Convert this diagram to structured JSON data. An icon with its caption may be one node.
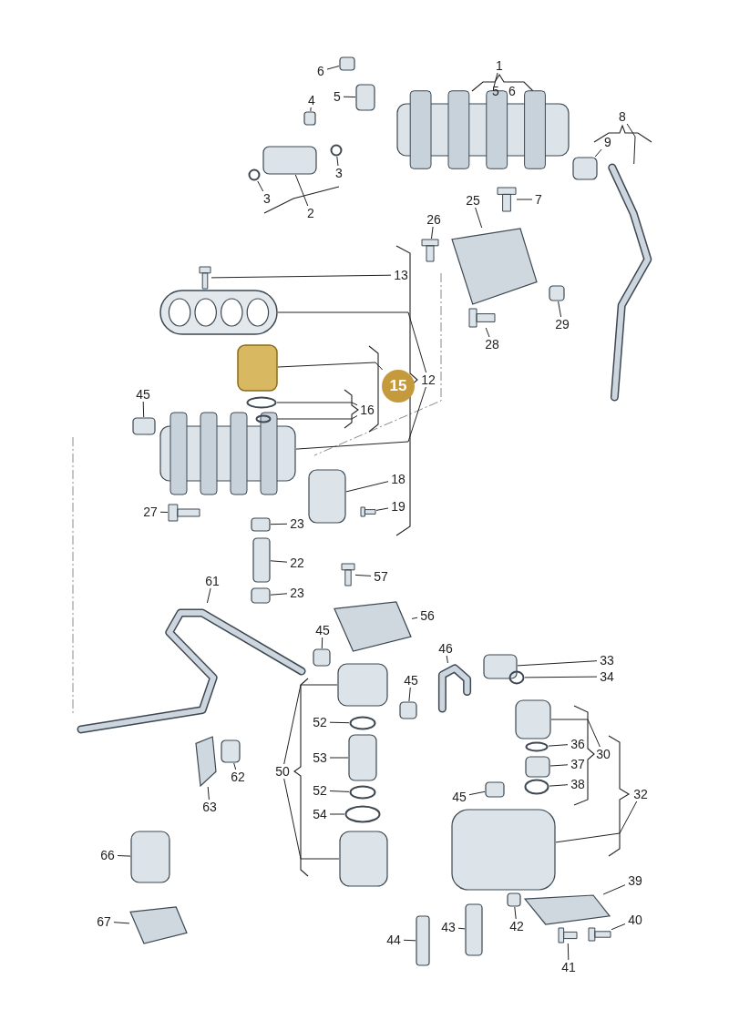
{
  "diagram": {
    "nodes": [
      {
        "text": [
          "6"
        ]
      },
      {
        "text": [],
        "shape": "box"
      },
      {
        "text": [
          "5"
        ]
      },
      {
        "text": [],
        "shape": "box"
      },
      {
        "text": [
          "4"
        ]
      },
      {
        "text": [],
        "shape": "box"
      },
      {
        "text": [
          "3"
        ]
      },
      {
        "text": [],
        "shape": "ring"
      },
      {
        "text": [
          "3"
        ]
      },
      {
        "text": [],
        "shape": "ring"
      },
      {
        "text": [
          "2"
        ]
      },
      {
        "text": [],
        "shape": "box"
      },
      {
        "text": [
          "1"
        ]
      },
      {
        "text": [],
        "shape": "rail"
      },
      {
        "text": [
          "8"
        ]
      },
      {
        "text": [],
        "shape": "hose"
      },
      {
        "text": [
          "9"
        ]
      },
      {
        "text": [],
        "shape": "box"
      },
      {
        "text": [
          "7"
        ]
      },
      {
        "text": [],
        "shape": "bolt"
      },
      {
        "text": [
          "25"
        ]
      },
      {
        "text": [],
        "shape": "plate"
      },
      {
        "text": [
          "26"
        ]
      },
      {
        "text": [],
        "shape": "bolt"
      },
      {
        "text": [
          "29"
        ]
      },
      {
        "text": [],
        "shape": "box"
      },
      {
        "text": [
          "28"
        ]
      },
      {
        "text": [],
        "shape": "bolt"
      },
      {
        "text": [
          "13"
        ]
      },
      {
        "text": [],
        "shape": "bolt"
      },
      {
        "text": [
          "12"
        ]
      },
      {
        "text": [],
        "shape": "gasket"
      },
      {
        "text": [],
        "shape": "rail"
      },
      {
        "text": [
          "15"
        ]
      },
      {
        "text": [],
        "shape": "box"
      },
      {
        "text": [
          "16"
        ]
      },
      {
        "text": [],
        "shape": "ring"
      },
      {
        "text": [],
        "shape": "ring"
      },
      {
        "text": [
          "45"
        ]
      },
      {
        "text": [],
        "shape": "box"
      },
      {
        "text": [
          "18"
        ]
      },
      {
        "text": [],
        "shape": "box"
      },
      {
        "text": [
          "19"
        ]
      },
      {
        "text": [],
        "shape": "bolt"
      },
      {
        "text": [
          "27"
        ]
      },
      {
        "text": [],
        "shape": "bolt"
      },
      {
        "text": [
          "23"
        ]
      },
      {
        "text": [],
        "shape": "box"
      },
      {
        "text": [
          "22"
        ]
      },
      {
        "text": [],
        "shape": "box"
      },
      {
        "text": [
          "23"
        ]
      },
      {
        "text": [],
        "shape": "box"
      },
      {
        "text": [
          "61"
        ]
      },
      {
        "text": [],
        "shape": "hose"
      },
      {
        "text": [
          "57"
        ]
      },
      {
        "text": [],
        "shape": "bolt"
      },
      {
        "text": [
          "56"
        ]
      },
      {
        "text": [],
        "shape": "plate"
      },
      {
        "text": [
          "45"
        ]
      },
      {
        "text": [],
        "shape": "box"
      },
      {
        "text": [
          "45"
        ]
      },
      {
        "text": [],
        "shape": "box"
      },
      {
        "text": [
          "46"
        ]
      },
      {
        "text": [],
        "shape": "hose"
      },
      {
        "text": [
          "33"
        ]
      },
      {
        "text": [],
        "shape": "box"
      },
      {
        "text": [
          "34"
        ]
      },
      {
        "text": [],
        "shape": "ring"
      },
      {
        "text": [
          "30"
        ]
      },
      {
        "text": [],
        "shape": "box"
      },
      {
        "text": [
          "36"
        ]
      },
      {
        "text": [],
        "shape": "ring"
      },
      {
        "text": [
          "37"
        ]
      },
      {
        "text": [],
        "shape": "box"
      },
      {
        "text": [
          "38"
        ]
      },
      {
        "text": [],
        "shape": "ring"
      },
      {
        "text": [
          "32"
        ]
      },
      {
        "text": [],
        "shape": "box"
      },
      {
        "text": [
          "50"
        ]
      },
      {
        "text": [],
        "shape": "box"
      },
      {
        "text": [],
        "shape": "box"
      },
      {
        "text": [
          "52"
        ]
      },
      {
        "text": [],
        "shape": "ring"
      },
      {
        "text": [
          "53"
        ]
      },
      {
        "text": [],
        "shape": "box"
      },
      {
        "text": [
          "52"
        ]
      },
      {
        "text": [],
        "shape": "ring"
      },
      {
        "text": [
          "54"
        ]
      },
      {
        "text": [],
        "shape": "ring"
      },
      {
        "text": [
          "62"
        ]
      },
      {
        "text": [],
        "shape": "box"
      },
      {
        "text": [
          "63"
        ]
      },
      {
        "text": [],
        "shape": "plate"
      },
      {
        "text": [
          "45"
        ]
      },
      {
        "text": [],
        "shape": "box"
      },
      {
        "text": [
          "39"
        ]
      },
      {
        "text": [],
        "shape": "plate"
      },
      {
        "text": [
          "40"
        ]
      },
      {
        "text": [],
        "shape": "bolt"
      },
      {
        "text": [
          "42"
        ]
      },
      {
        "text": [],
        "shape": "box"
      },
      {
        "text": [
          "41"
        ]
      },
      {
        "text": [],
        "shape": "bolt"
      },
      {
        "text": [
          "43"
        ]
      },
      {
        "text": [],
        "shape": "box"
      },
      {
        "text": [
          "44"
        ]
      },
      {
        "text": [],
        "shape": "box"
      },
      {
        "text": [
          "66"
        ]
      },
      {
        "text": [],
        "shape": "box"
      },
      {
        "text": [
          "67"
        ]
      },
      {
        "text": [],
        "shape": "plate"
      }
    ],
    "edges": [
      {
        "from": 0,
        "to": 1,
        "arrow": "none"
      },
      {
        "from": 2,
        "to": 3,
        "arrow": "none"
      },
      {
        "from": 4,
        "to": 5,
        "arrow": "none"
      },
      {
        "from": 6,
        "to": 7,
        "arrow": "none"
      },
      {
        "from": 8,
        "to": 9,
        "arrow": "none"
      },
      {
        "from": 10,
        "to": 11,
        "arrow": "none"
      },
      {
        "from": 12,
        "to": 13,
        "arrow": "none"
      },
      {
        "from": 14,
        "to": 15,
        "arrow": "none"
      },
      {
        "from": 16,
        "to": 17,
        "arrow": "none"
      },
      {
        "from": 18,
        "to": 19,
        "arrow": "none"
      },
      {
        "from": 20,
        "to": 21,
        "arrow": "none"
      },
      {
        "from": 22,
        "to": 23,
        "arrow": "none"
      },
      {
        "from": 24,
        "to": 25,
        "arrow": "none"
      },
      {
        "from": 26,
        "to": 27,
        "arrow": "none"
      },
      {
        "from": 28,
        "to": 29,
        "arrow": "none"
      },
      {
        "from": 30,
        "to": 31,
        "arrow": "none"
      },
      {
        "from": 30,
        "to": 32,
        "arrow": "none"
      },
      {
        "from": 33,
        "to": 34,
        "arrow": "none"
      },
      {
        "from": 35,
        "to": 36,
        "arrow": "none"
      },
      {
        "from": 35,
        "to": 37,
        "arrow": "none"
      },
      {
        "from": 38,
        "to": 39,
        "arrow": "none"
      },
      {
        "from": 40,
        "to": 41,
        "arrow": "none"
      },
      {
        "from": 42,
        "to": 43,
        "arrow": "none"
      },
      {
        "from": 44,
        "to": 45,
        "arrow": "none"
      },
      {
        "from": 46,
        "to": 47,
        "arrow": "none"
      },
      {
        "from": 48,
        "to": 49,
        "arrow": "none"
      },
      {
        "from": 50,
        "to": 51,
        "arrow": "none"
      },
      {
        "from": 52,
        "to": 53,
        "arrow": "none"
      },
      {
        "from": 54,
        "to": 55,
        "arrow": "none"
      },
      {
        "from": 56,
        "to": 57,
        "arrow": "none"
      },
      {
        "from": 58,
        "to": 59,
        "arrow": "none"
      },
      {
        "from": 60,
        "to": 61,
        "arrow": "none"
      },
      {
        "from": 62,
        "to": 63,
        "arrow": "none"
      },
      {
        "from": 64,
        "to": 65,
        "arrow": "none"
      },
      {
        "from": 66,
        "to": 67,
        "arrow": "none"
      },
      {
        "from": 68,
        "to": 69,
        "arrow": "none"
      },
      {
        "from": 70,
        "to": 71,
        "arrow": "none"
      },
      {
        "from": 72,
        "to": 73,
        "arrow": "none"
      },
      {
        "from": 74,
        "to": 75,
        "arrow": "none"
      },
      {
        "from": 76,
        "to": 77,
        "arrow": "none"
      },
      {
        "from": 78,
        "to": 79,
        "arrow": "none"
      },
      {
        "from": 78,
        "to": 80,
        "arrow": "none"
      },
      {
        "from": 81,
        "to": 82,
        "arrow": "none"
      },
      {
        "from": 83,
        "to": 84,
        "arrow": "none"
      },
      {
        "from": 85,
        "to": 86,
        "arrow": "none"
      },
      {
        "from": 87,
        "to": 88,
        "arrow": "none"
      },
      {
        "from": 89,
        "to": 90,
        "arrow": "none"
      },
      {
        "from": 91,
        "to": 92,
        "arrow": "none"
      },
      {
        "from": 93,
        "to": 94,
        "arrow": "none"
      },
      {
        "from": 95,
        "to": 96,
        "arrow": "none"
      },
      {
        "from": 97,
        "to": 98,
        "arrow": "none"
      },
      {
        "from": 99,
        "to": 100,
        "arrow": "none"
      },
      {
        "from": 101,
        "to": 102,
        "arrow": "none"
      },
      {
        "from": 103,
        "to": 104,
        "arrow": "none"
      },
      {
        "from": 105,
        "to": 106,
        "arrow": "none"
      },
      {
        "from": 107,
        "to": 108,
        "arrow": "none"
      },
      {
        "from": 109,
        "to": 110,
        "arrow": "none"
      }
    ],
    "labels": [
      "5",
      "6"
    ]
  }
}
